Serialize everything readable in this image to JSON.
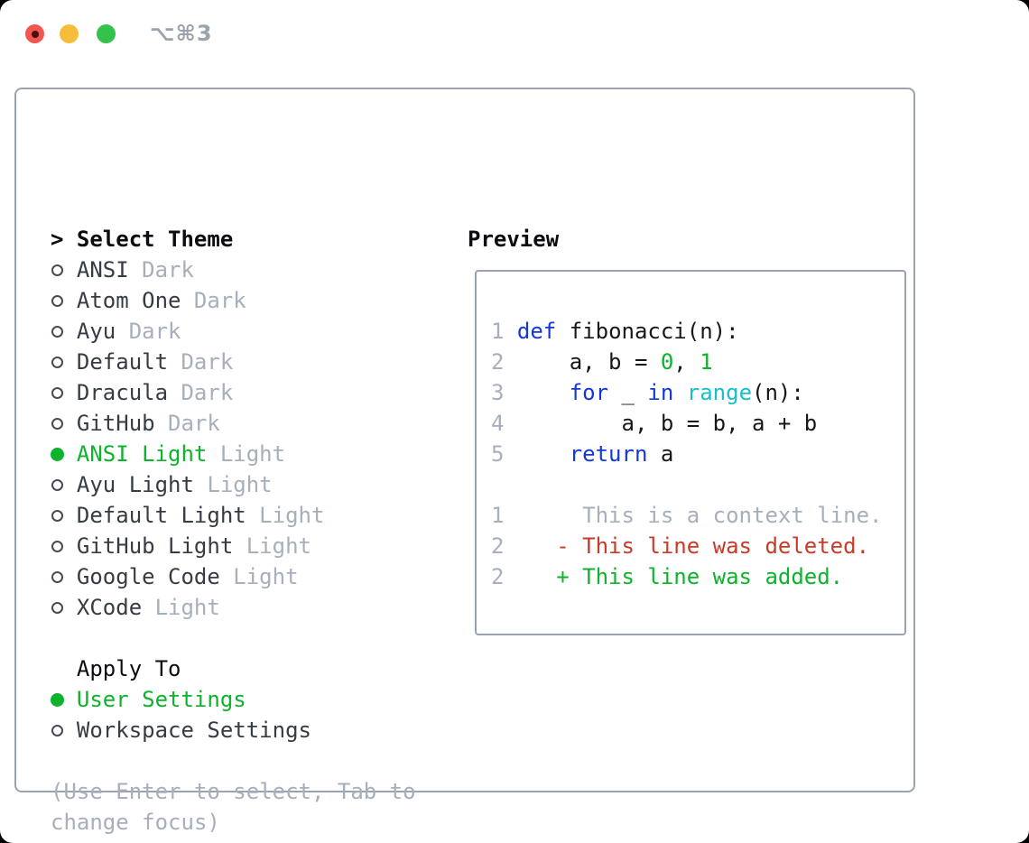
{
  "window": {
    "title": "⌥⌘3"
  },
  "left": {
    "header": {
      "cursor": ">",
      "label": "Select Theme"
    },
    "themes": [
      {
        "name": "ANSI",
        "variant": "Dark",
        "selected": false
      },
      {
        "name": "Atom One",
        "variant": "Dark",
        "selected": false
      },
      {
        "name": "Ayu",
        "variant": "Dark",
        "selected": false
      },
      {
        "name": "Default",
        "variant": "Dark",
        "selected": false
      },
      {
        "name": "Dracula",
        "variant": "Dark",
        "selected": false
      },
      {
        "name": "GitHub",
        "variant": "Dark",
        "selected": false
      },
      {
        "name": "ANSI Light",
        "variant": "Light",
        "selected": true
      },
      {
        "name": "Ayu Light",
        "variant": "Light",
        "selected": false
      },
      {
        "name": "Default Light",
        "variant": "Light",
        "selected": false
      },
      {
        "name": "GitHub Light",
        "variant": "Light",
        "selected": false
      },
      {
        "name": "Google Code",
        "variant": "Light",
        "selected": false
      },
      {
        "name": "XCode",
        "variant": "Light",
        "selected": false
      }
    ],
    "apply_to": {
      "label": "Apply To",
      "options": [
        {
          "name": "User Settings",
          "selected": true
        },
        {
          "name": "Workspace Settings",
          "selected": false
        }
      ]
    },
    "help": [
      "(Use Enter to select, Tab to",
      "change focus)"
    ]
  },
  "preview": {
    "label": "Preview",
    "code": [
      {
        "num": "1",
        "segs": [
          {
            "t": " ",
            "c": "plain"
          },
          {
            "t": "def",
            "c": "kw"
          },
          {
            "t": " fibonacci(n):",
            "c": "plain"
          }
        ]
      },
      {
        "num": "2",
        "segs": [
          {
            "t": "     a, b = ",
            "c": "plain"
          },
          {
            "t": "0",
            "c": "green"
          },
          {
            "t": ", ",
            "c": "plain"
          },
          {
            "t": "1",
            "c": "green"
          }
        ]
      },
      {
        "num": "3",
        "segs": [
          {
            "t": "     ",
            "c": "plain"
          },
          {
            "t": "for",
            "c": "kw"
          },
          {
            "t": " _ ",
            "c": "plain"
          },
          {
            "t": "in",
            "c": "kw"
          },
          {
            "t": " ",
            "c": "plain"
          },
          {
            "t": "range",
            "c": "cyan"
          },
          {
            "t": "(n):",
            "c": "plain"
          }
        ]
      },
      {
        "num": "4",
        "segs": [
          {
            "t": "         a, b = b, a + b",
            "c": "plain"
          }
        ]
      },
      {
        "num": "5",
        "segs": [
          {
            "t": "     ",
            "c": "plain"
          },
          {
            "t": "return",
            "c": "kw"
          },
          {
            "t": " a",
            "c": "plain"
          }
        ]
      }
    ],
    "diff": [
      {
        "num": "1",
        "segs": [
          {
            "t": "      This is a context line.",
            "c": "muted"
          }
        ]
      },
      {
        "num": "2",
        "segs": [
          {
            "t": "    ",
            "c": "muted"
          },
          {
            "t": "- This line was deleted.",
            "c": "red"
          }
        ]
      },
      {
        "num": "2",
        "segs": [
          {
            "t": "    ",
            "c": "muted"
          },
          {
            "t": "+ This line was added.",
            "c": "green"
          }
        ]
      }
    ]
  },
  "colors": {
    "window_bg": "#ffffff",
    "border": "#9aa3af",
    "titletext": "#9aa2ab",
    "headertext": "#0b0d10",
    "item": "#363c43",
    "muted": "#a6afbb",
    "green": "#0db32c",
    "kw": "#1337d9",
    "cyan": "#16bfca",
    "red": "#c93a29",
    "code": "#15181b",
    "tred": "#f2564f",
    "treddot": "#4a100d",
    "tyellow": "#f6bd3b",
    "tgreen": "#33c24b"
  }
}
